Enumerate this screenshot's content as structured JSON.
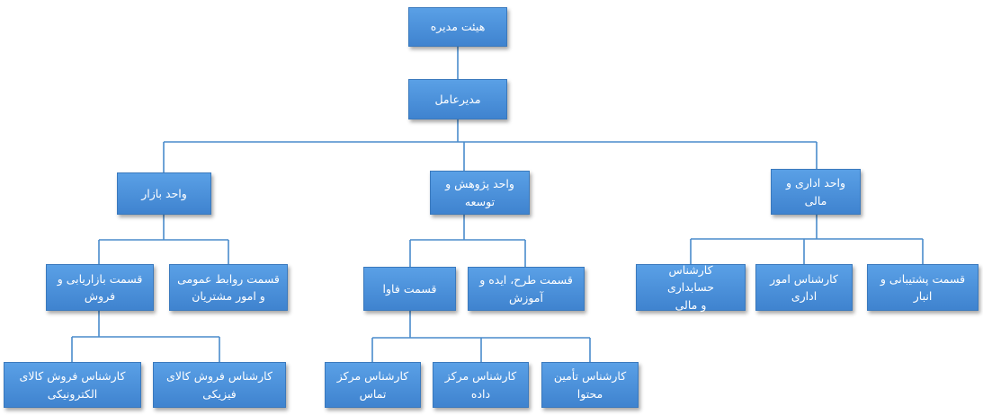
{
  "colors": {
    "box_fill": "#4a90dd",
    "box_border": "#3a79bd",
    "connector": "#4a8ccc",
    "text": "#ffffff"
  },
  "nodes": {
    "board": "هیئت مدیره",
    "ceo": "مدیرعامل",
    "marketing_unit": "واحد بازار",
    "rd_unit": "واحد پژوهش و\nتوسعه",
    "admin_finance_unit": "واحد اداری و\nمالی",
    "marketing_sales_section": "قسمت بازاریابی و\nفروش",
    "public_relations_section": "قسمت روابط عمومی\nو امور مشتریان",
    "it_section": "قسمت فاوا",
    "design_training_section": "قسمت طرح، ایده و\nآموزش",
    "accounting_expert": "کارشناس حسابداری\nو مالی",
    "admin_affairs_expert": "کارشناس امور\nاداری",
    "support_warehouse_section": "قسمت پشتیبانی و\nانبار",
    "electronics_sales_expert": "کارشناس   فروش کالای\nالکترونیکی",
    "physical_goods_sales_expert": "کارشناس   فروش کالای\nفیزیکی",
    "call_center_expert": "کارشناس مرکز\nتماس",
    "data_center_expert": "کارشناس  مرکز\nداده",
    "content_provision_expert": "کارشناس تأمین\nمحتوا"
  }
}
